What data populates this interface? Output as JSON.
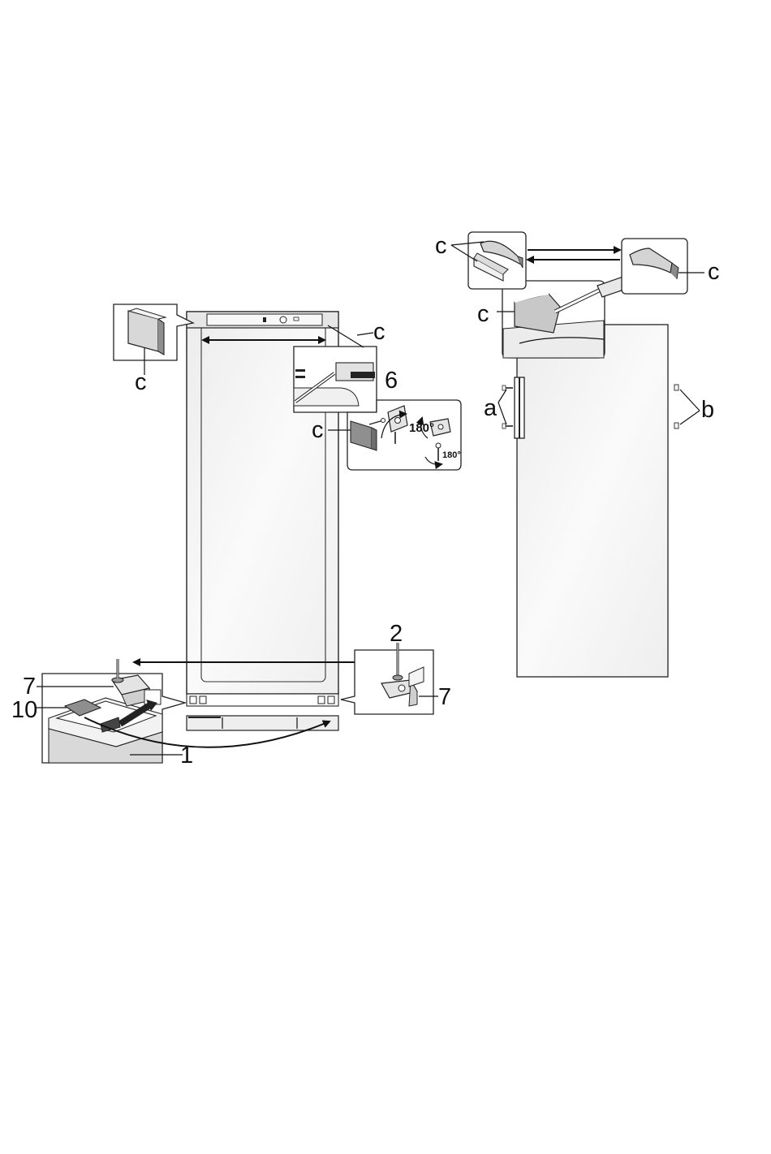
{
  "labels": {
    "c_left": "c",
    "c_top_left": "c",
    "c_top_right": "c",
    "c_screwdriver": "c",
    "c_hinge_top": "c",
    "c_hinge_detail": "c",
    "six": "6",
    "a": "a",
    "b": "b",
    "two": "2",
    "seven_left": "7",
    "seven_right": "7",
    "ten": "10",
    "one": "1"
  },
  "rotation_labels": {
    "rot_large": "180°",
    "rot_small": "180°"
  },
  "colors": {
    "outline": "#222222",
    "panel_light": "#f1f1f1",
    "part_grey": "#e4e4e4",
    "part_dark": "#9a9a9a",
    "arrow": "#111111"
  }
}
